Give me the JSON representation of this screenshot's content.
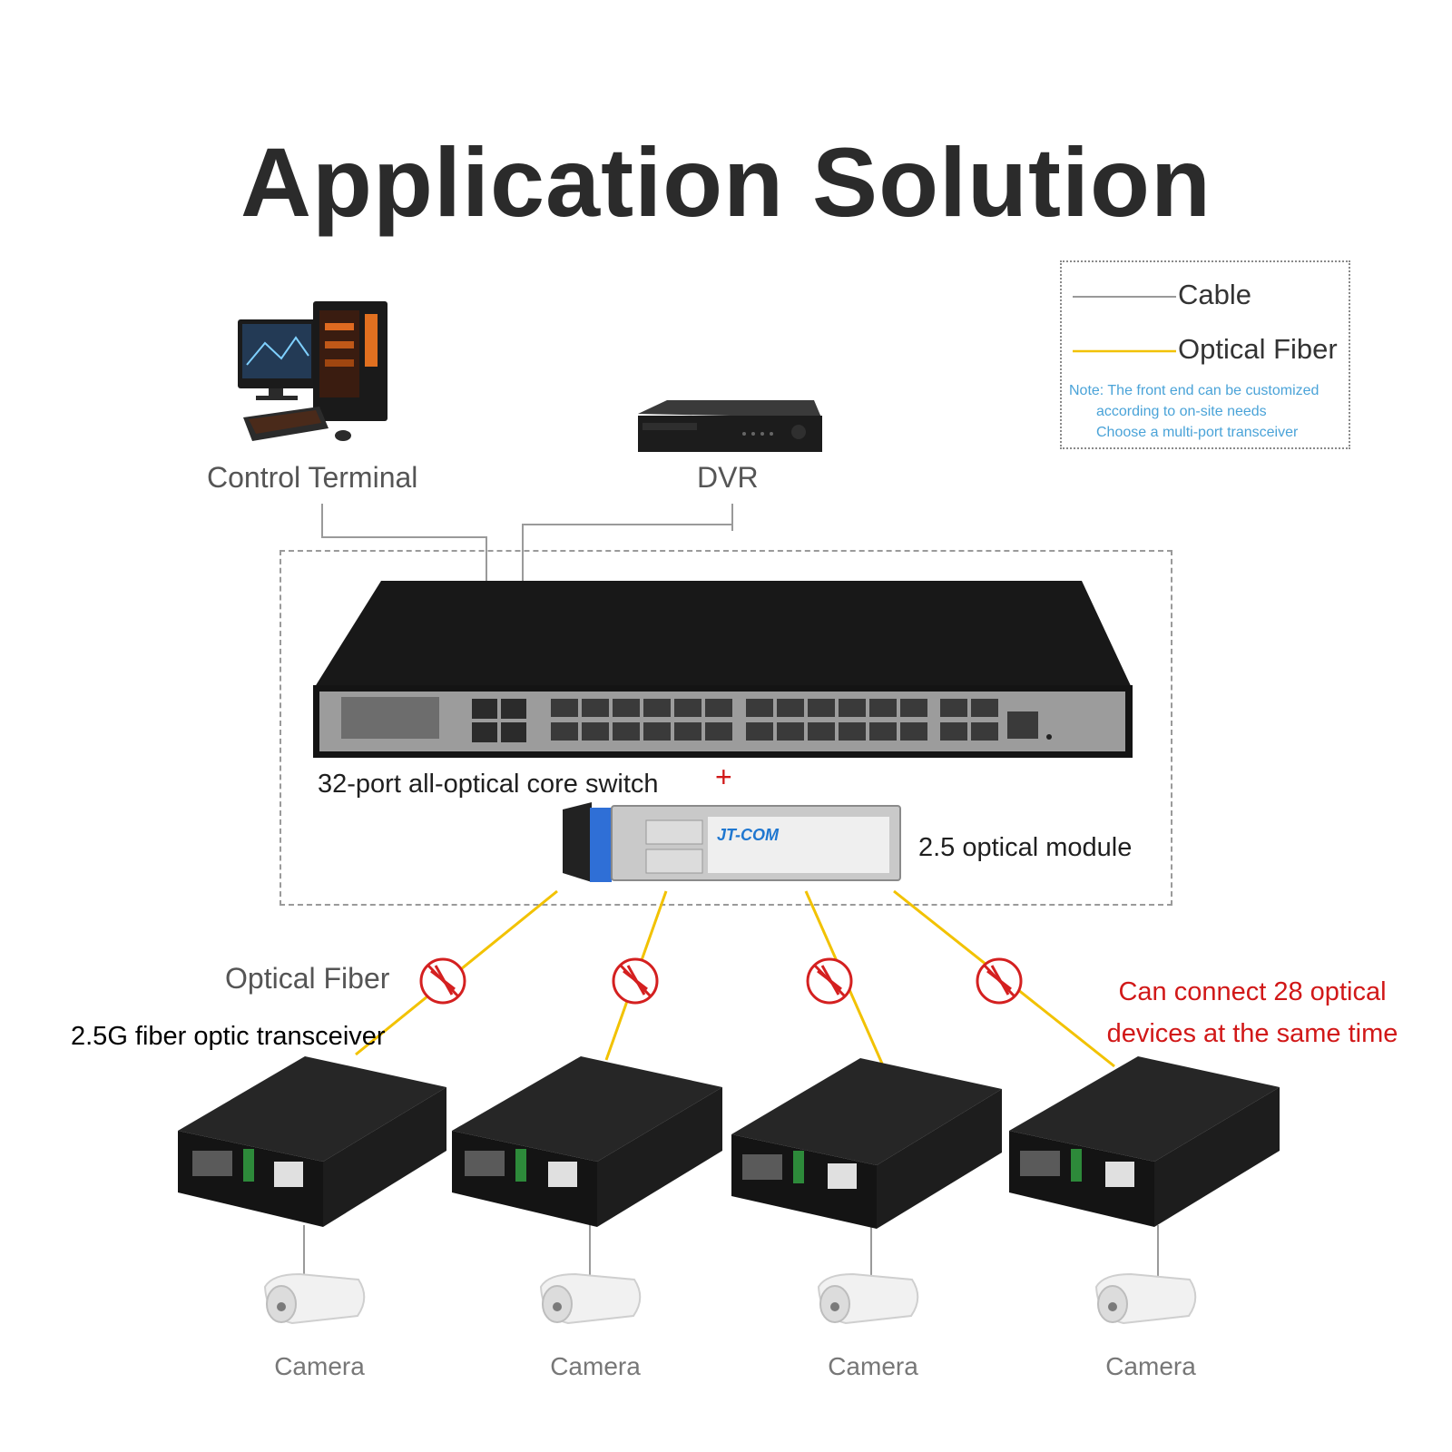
{
  "title": "Application Solution",
  "legend": {
    "cable_label": "Cable",
    "fiber_label": "Optical Fiber",
    "note_lines": [
      "Note: The front end can be customized",
      "according to on-site needs",
      "Choose a multi-port transceiver"
    ]
  },
  "devices": {
    "control_terminal": "Control Terminal",
    "dvr": "DVR",
    "switch": "32-port all-optical core switch",
    "plus": "+",
    "module": "2.5 optical module",
    "module_brand": "JT-COM"
  },
  "links": {
    "optical_fiber": "Optical Fiber",
    "transceiver": "2.5G fiber optic transceiver",
    "capacity_line1": "Can connect 28 optical",
    "capacity_line2": "devices at the same time"
  },
  "cameras": [
    "Camera",
    "Camera",
    "Camera",
    "Camera"
  ],
  "colors": {
    "fiber": "#f2c200",
    "no_interference_sign": "#d42020",
    "note": "#4aa3d8",
    "capacity_text": "#d11818"
  }
}
